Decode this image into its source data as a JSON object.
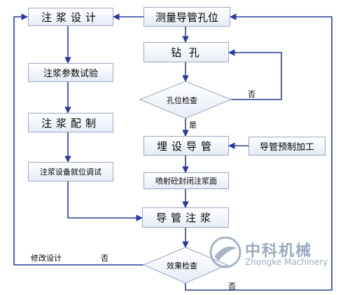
{
  "nodes": {
    "grout_design": "注浆设计",
    "grout_param_test": "注浆参数试验",
    "grout_prep": "注浆配制",
    "equip_position": "注浆设备就位调试",
    "measure_hole": "测量导管孔位",
    "drill": "钻 孔",
    "hole_check": "孔位检查",
    "pipe_prefab": "导管预制加工",
    "bury_pipe": "埋设导管",
    "shotcrete_seal": "喷射砼封闭注浆面",
    "pipe_grout": "导管注浆",
    "effect_check": "效果检查"
  },
  "labels": {
    "no_drill": "否",
    "yes": "是",
    "modify_design": "修改设计",
    "no_left": "否",
    "no_bottom": "否"
  },
  "watermark": {
    "cn": "中科机械",
    "en": "Zhongke Machinery"
  },
  "colors": {
    "line": "#2a3a9c",
    "box_border": "#9aa6bf",
    "watermark": "#8a9bb3"
  }
}
